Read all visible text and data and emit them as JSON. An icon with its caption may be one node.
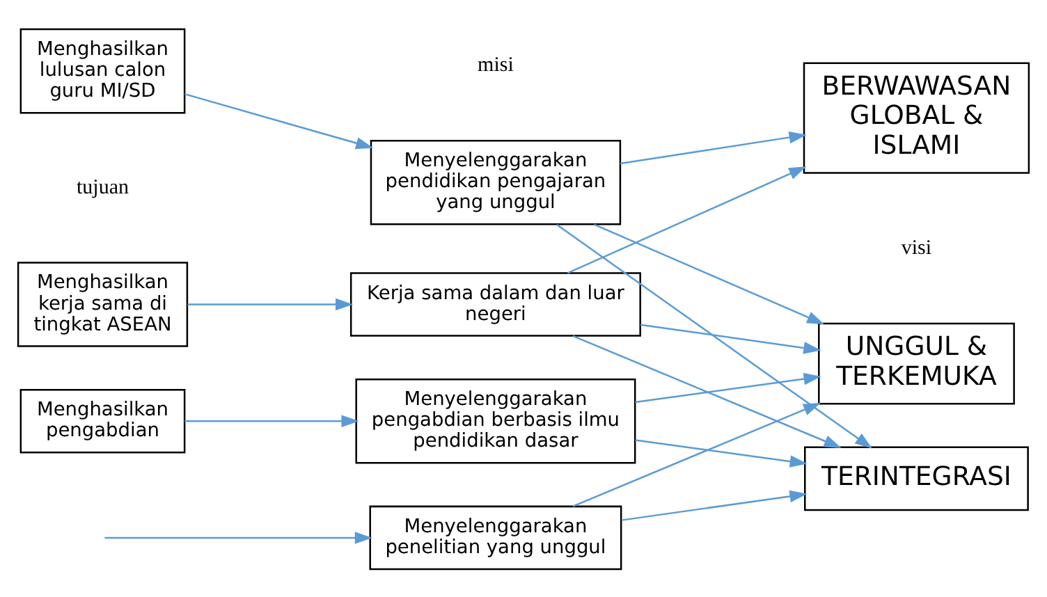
{
  "diagram": {
    "nodes": [
      {
        "text": [
          "Menghasilkan lulusan calon guru MI/SD"
        ]
      },
      {
        "text": [
          "Menghasilkan pengabdian"
        ]
      },
      {
        "text": [
          "Menghasilkan kerja sama di tingkat ASEAN"
        ]
      },
      {
        "text": [
          "Menyelenggarakan pendidikan pengajaran yang unggul"
        ]
      },
      {
        "text": [
          "Menyelenggarakan penelitian yang unggul"
        ]
      },
      {
        "text": [
          "Menyelenggarakan pengabdian berbasis ilmu pendidikan dasar"
        ]
      },
      {
        "text": [
          "Kerja sama dalam dan luar negeri"
        ]
      },
      {
        "text": [
          "BERWAWASAN GLOBAL & ISLAMI"
        ]
      },
      {
        "text": [
          "TERINTEGRASI"
        ]
      },
      {
        "text": [
          "UNGGUL & TERKEMUKA"
        ]
      }
    ],
    "edges": [
      {
        "from": 0,
        "to": 3,
        "arrow": "to"
      },
      {
        "from": null,
        "to": 4,
        "arrow": "to"
      },
      {
        "from": 1,
        "to": 5,
        "arrow": "to"
      },
      {
        "from": 2,
        "to": 6,
        "arrow": "to"
      },
      {
        "from": 3,
        "to": 7,
        "arrow": "to"
      },
      {
        "from": 3,
        "to": 8,
        "arrow": "to"
      },
      {
        "from": 3,
        "to": 9,
        "arrow": "to"
      },
      {
        "from": 4,
        "to": 8,
        "arrow": "to"
      },
      {
        "from": 4,
        "to": 9,
        "arrow": "to"
      },
      {
        "from": 5,
        "to": 8,
        "arrow": "to"
      },
      {
        "from": 5,
        "to": 9,
        "arrow": "to"
      },
      {
        "from": 6,
        "to": 7,
        "arrow": "to"
      },
      {
        "from": 6,
        "to": 8,
        "arrow": "to"
      },
      {
        "from": 6,
        "to": 9,
        "arrow": "to"
      }
    ],
    "labels": [
      "tujuan",
      "misi",
      "visi"
    ]
  }
}
